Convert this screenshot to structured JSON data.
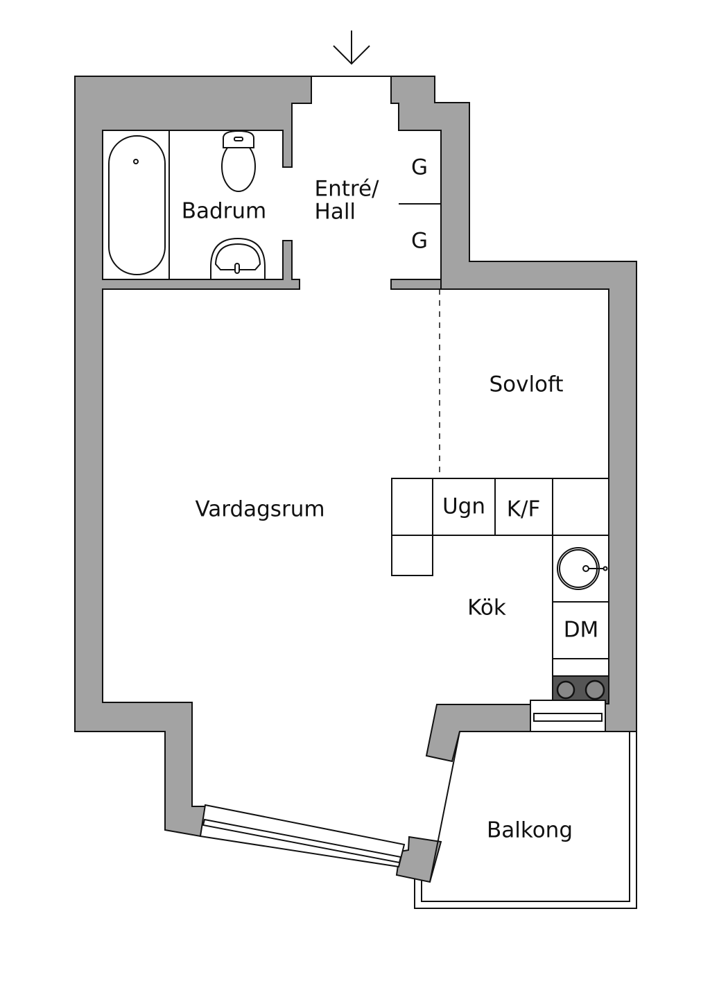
{
  "title": "Floor plan",
  "colors": {
    "wall": "#a3a3a3",
    "line": "#111111",
    "stove": "#555555"
  },
  "entrance_icon": "arrow-down-icon",
  "rooms": {
    "badrum": "Badrum",
    "entre_line1": "Entré/",
    "entre_line2": "Hall",
    "closet1": "G",
    "closet2": "G",
    "sovloft": "Sovloft",
    "vardagsrum": "Vardagsrum",
    "ugn": "Ugn",
    "kf": "K/F",
    "kok": "Kök",
    "dm": "DM",
    "balkong": "Balkong"
  }
}
